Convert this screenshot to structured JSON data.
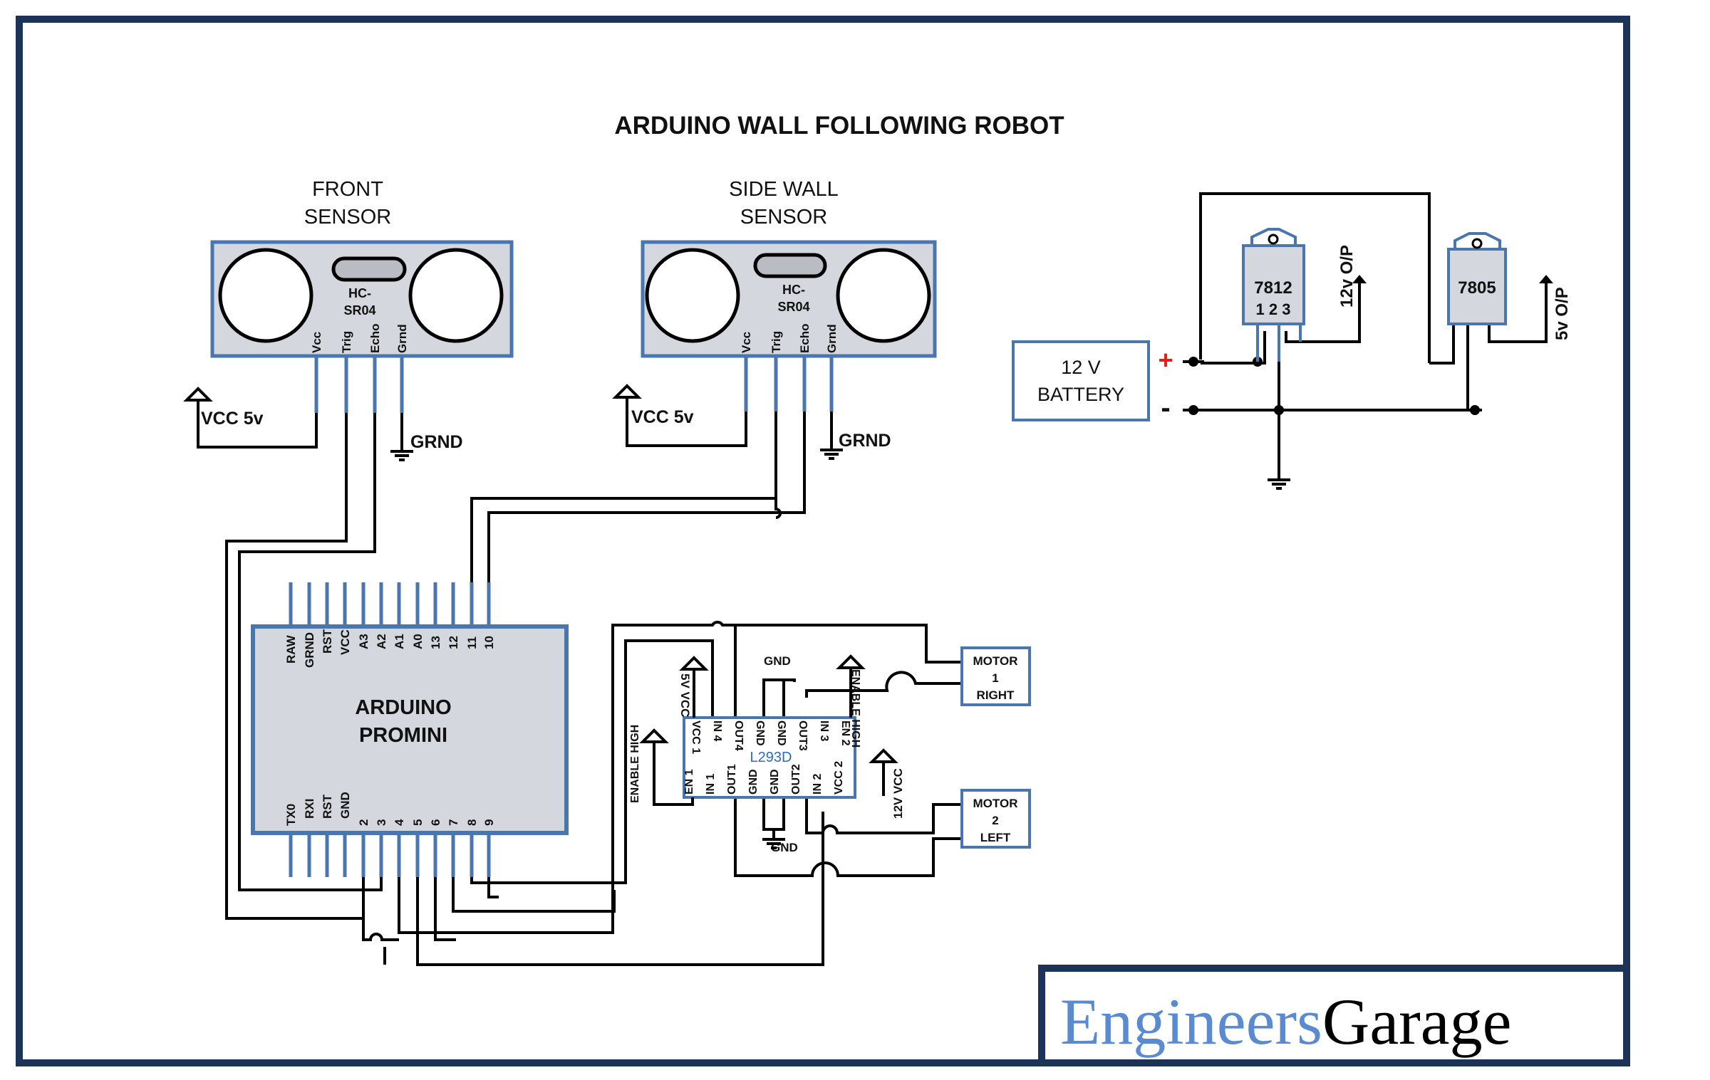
{
  "title": "ARDUINO WALL FOLLOWING ROBOT",
  "colors": {
    "frame": "#1c3358",
    "module_border": "#4a76b0",
    "module_fill": "#d4d7de",
    "wire": "#000000",
    "plus": "#e0201c",
    "brand_blue": "#5a8bd0",
    "l293d_text": "#2e6bbf"
  },
  "front_sensor": {
    "heading_line1": "FRONT",
    "heading_line2": "SENSOR",
    "model_line1": "HC-",
    "model_line2": "SR04",
    "pins": [
      "Vcc",
      "Trig",
      "Echo",
      "Grnd"
    ],
    "vcc_label": "VCC 5v",
    "gnd_label": "GRND"
  },
  "side_sensor": {
    "heading_line1": "SIDE WALL",
    "heading_line2": "SENSOR",
    "model_line1": "HC-",
    "model_line2": "SR04",
    "pins": [
      "Vcc",
      "Trig",
      "Echo",
      "Grnd"
    ],
    "vcc_label": "VCC 5v",
    "gnd_label": "GRND"
  },
  "arduino": {
    "name_line1": "ARDUINO",
    "name_line2": "PROMINI",
    "top_pins": [
      "RAW",
      "GRND",
      "RST",
      "VCC",
      "A3",
      "A2",
      "A1",
      "A0",
      "13",
      "12",
      "11",
      "10"
    ],
    "bottom_pins": [
      "TX0",
      "RXI",
      "RST",
      "GND",
      "2",
      "3",
      "4",
      "5",
      "6",
      "7",
      "8",
      "9"
    ]
  },
  "l293d": {
    "name": "L293D",
    "top_pins": [
      "VCC 1",
      "IN 4",
      "OUT4",
      "GND",
      "GND",
      "OUT3",
      "IN 3",
      "EN 2"
    ],
    "bottom_pins": [
      "EN 1",
      "IN 1",
      "OUT1",
      "GND",
      "GND",
      "OUT2",
      "IN 2",
      "VCC 2"
    ],
    "vcc1_label": "5V VCC",
    "vcc2_label": "12V VCC",
    "en2_label": "ENABLE HIGH",
    "en1_label": "ENABLE HIGH",
    "gnd_top": "GND",
    "gnd_bottom": "GND"
  },
  "motor1": {
    "line1": "MOTOR",
    "line2": "1",
    "line3": "RIGHT"
  },
  "motor2": {
    "line1": "MOTOR",
    "line2": "2",
    "line3": "LEFT"
  },
  "power": {
    "battery_line1": "12 V",
    "battery_line2": "BATTERY",
    "plus": "+",
    "minus": "-",
    "reg1": "7812",
    "reg1_pins": "1 2 3",
    "reg1_out": "12v O/P",
    "reg2": "7805",
    "reg2_out": "5v O/P"
  },
  "brand": {
    "part1": "Engineers",
    "part2": "Garage"
  }
}
